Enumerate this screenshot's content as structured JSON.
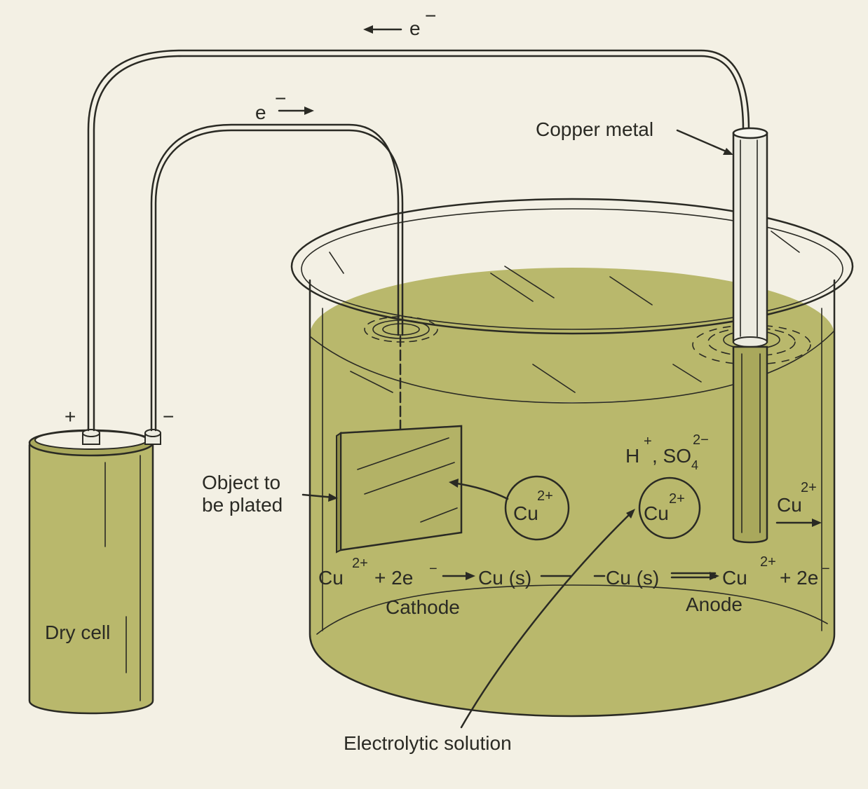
{
  "labels": {
    "electron_top": "e",
    "electron_top_charge": "−",
    "electron_inner": "e",
    "electron_inner_charge": "−",
    "copper_metal": "Copper metal",
    "plus_terminal": "+",
    "minus_terminal": "−",
    "object_line1": "Object to",
    "object_line2": "be plated",
    "dry_cell": "Dry cell",
    "ions_h": "H",
    "ions_h_charge": "+",
    "ions_so": ", SO",
    "ions_so_sub": "4",
    "ions_so_charge": "2−",
    "cu_ion_base": "Cu",
    "cu_ion_charge": "2+",
    "cathode_eq_cu": "Cu",
    "cathode_eq_charge": "2+",
    "cathode_eq_rest": "+ 2e",
    "cathode_eq_e_charge": "−",
    "cathode_eq_product": "Cu (s)",
    "anode_eq_reactant": "Cu (s)",
    "anode_eq_cu": "Cu",
    "anode_eq_charge": "2+",
    "anode_eq_rest": "+ 2e",
    "anode_eq_e_charge": "−",
    "cathode": "Cathode",
    "anode": "Anode",
    "electrolytic_solution": "Electrolytic solution"
  },
  "colors": {
    "background": "#f3f0e4",
    "liquid": "#b9b86c",
    "ink": "#2a2a24",
    "rod": "#ecebe0"
  }
}
